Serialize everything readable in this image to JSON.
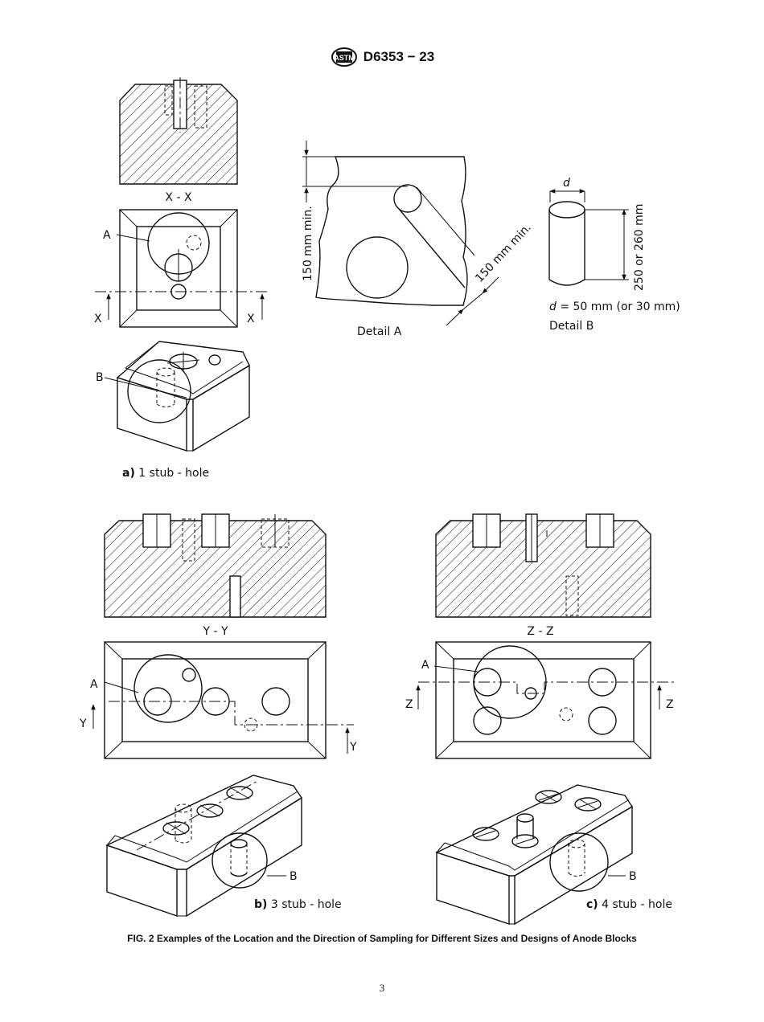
{
  "header": {
    "doc_id": "D6353 − 23",
    "logo_text": "ASTM"
  },
  "detail_a": {
    "label": "Detail A",
    "dim_vertical": "150 mm min.",
    "dim_diagonal": "150 mm min."
  },
  "detail_b": {
    "label": "Detail B",
    "dim_d": "d",
    "dim_height": "250 or 260 mm",
    "note_var": "d",
    "note_rest": " = 50 mm (or 30 mm)"
  },
  "fig_a": {
    "section_label": "X - X",
    "marker_a": "A",
    "marker_b": "B",
    "marker_x": "X",
    "caption_bold": "a)",
    "caption_text": " 1 stub - hole"
  },
  "fig_b": {
    "section_label": "Y - Y",
    "marker_a": "A",
    "marker_b": "B",
    "marker_y": "Y",
    "caption_bold": "b)",
    "caption_text": " 3 stub - hole"
  },
  "fig_c": {
    "section_label": "Z - Z",
    "marker_a": "A",
    "marker_b": "B",
    "marker_z": "Z",
    "caption_bold": "c)",
    "caption_text": " 4 stub - hole"
  },
  "figure_caption": "FIG. 2 Examples of the Location and the Direction of Sampling for Different Sizes and Designs of Anode Blocks",
  "page_number": "3"
}
